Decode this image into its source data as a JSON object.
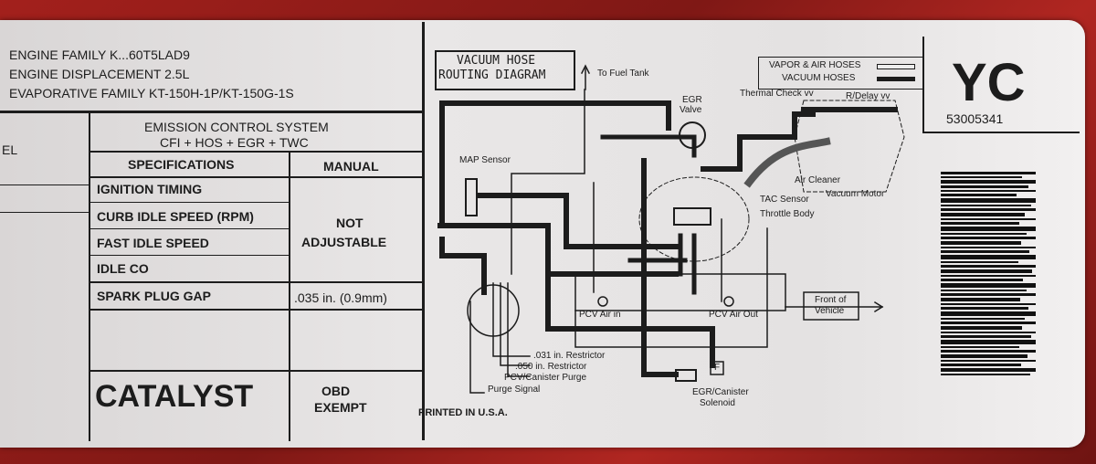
{
  "header": {
    "family_line": "ENGINE FAMILY K...60T5LAD9",
    "displacement_line": "ENGINE DISPLACEMENT 2.5L",
    "evap_line": "EVAPORATIVE FAMILY KT-150H-1P/KT-150G-1S"
  },
  "emission": {
    "title_line1": "EMISSION CONTROL SYSTEM",
    "title_line2": "CFI + HOS + EGR + TWC",
    "left_partial": "EL"
  },
  "spec_table": {
    "col_specifications": "SPECIFICATIONS",
    "col_manual": "MANUAL",
    "rows": [
      "IGNITION TIMING",
      "CURB IDLE SPEED (RPM)",
      "FAST IDLE SPEED",
      "IDLE CO",
      "SPARK PLUG GAP"
    ],
    "not_adjustable_line1": "NOT",
    "not_adjustable_line2": "ADJUSTABLE",
    "spark_gap_value": ".035 in. (0.9mm)"
  },
  "footer": {
    "catalyst": "CATALYST",
    "obd_line1": "OBD",
    "obd_line2": "EXEMPT",
    "printed": "PRINTED IN U.S.A."
  },
  "diagram": {
    "title_line1": "VACUUM HOSE",
    "title_line2": "ROUTING DIAGRAM",
    "legend_vapor": "VAPOR & AIR HOSES",
    "legend_vacuum": "VACUUM HOSES",
    "labels": {
      "fuel_tank": "To Fuel Tank",
      "egr_valve_1": "EGR",
      "egr_valve_2": "Valve",
      "map_sensor": "MAP Sensor",
      "thermal_check": "Thermal Check vv",
      "r_delay": "R/Delay vv",
      "air_cleaner": "Air Cleaner",
      "vacuum_motor": "Vacuum Motor",
      "tac_sensor": "TAC Sensor",
      "throttle_body": "Throttle Body",
      "front_vehicle_1": "Front of",
      "front_vehicle_2": "Vehicle",
      "pcv_air_in": "PCV Air in",
      "pcv_air_out": "PCV Air Out",
      "restrictor_031": ".031 in. Restrictor",
      "restrictor_050": ".050 in. Restrictor",
      "pcv_canister": "PCV/Canister Purge",
      "purge_signal": "Purge Signal",
      "egr_canister_1": "EGR/Canister",
      "egr_canister_2": "Solenoid",
      "f_marker": "F"
    }
  },
  "code_box": {
    "code": "YC",
    "number": "53005341"
  }
}
